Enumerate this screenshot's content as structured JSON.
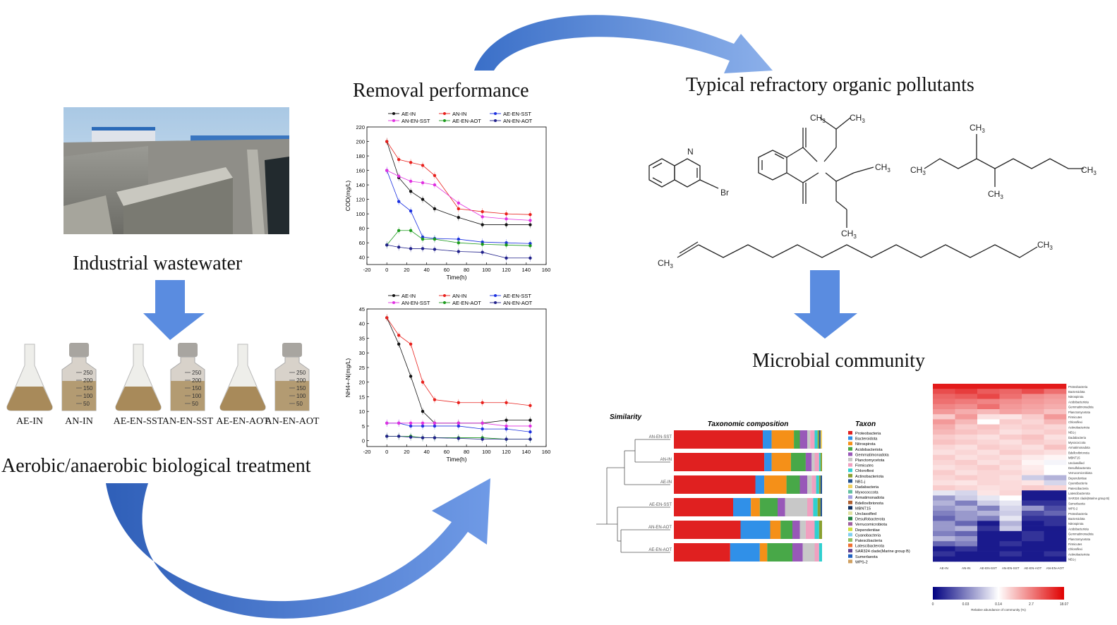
{
  "titles": {
    "removal": "Removal performance",
    "pollutants": "Typical refractory organic pollutants",
    "wastewater": "Industrial wastewater",
    "treatment": "Aerobic/anaerobic  biological treatment",
    "microbial": "Microbial community"
  },
  "flask_labels": [
    "AE-IN",
    "AN-IN",
    "AE-EN-SST",
    "AN-EN-SST",
    "AE-EN-AOT",
    "AN-EN-AOT"
  ],
  "flask_marks": [
    "250",
    "200",
    "150",
    "100",
    "50"
  ],
  "colors": {
    "AE-IN": "#111111",
    "AN-IN": "#e8201c",
    "AE-EN-SST": "#1a2fe0",
    "AN-EN-SST": "#e030e0",
    "AE-EN-AOT": "#1a9a1a",
    "AN-EN-AOT": "#20208a",
    "arrow": "#4a7fd8"
  },
  "chart_data": [
    {
      "type": "line",
      "xlabel": "Time(h)",
      "ylabel": "COD(mg/L)",
      "xlim": [
        -20,
        160
      ],
      "ylim": [
        30,
        220
      ],
      "xticks": [
        "-20",
        "0",
        "20",
        "40",
        "60",
        "80",
        "100",
        "120",
        "140",
        "160"
      ],
      "yticks": [
        "40",
        "60",
        "80",
        "100",
        "120",
        "140",
        "160",
        "180",
        "200",
        "220"
      ],
      "x": [
        0,
        12,
        24,
        36,
        48,
        72,
        96,
        120,
        144
      ],
      "series": [
        {
          "name": "AE-IN",
          "values": [
            200,
            150,
            131,
            120,
            107,
            95,
            85,
            85,
            85
          ]
        },
        {
          "name": "AN-IN",
          "values": [
            200,
            175,
            171,
            167,
            153,
            107,
            103,
            100,
            99
          ]
        },
        {
          "name": "AE-EN-SST",
          "values": [
            160,
            117,
            104,
            68,
            66,
            65,
            61,
            60,
            59
          ]
        },
        {
          "name": "AN-EN-SST",
          "values": [
            160,
            152,
            145,
            143,
            140,
            115,
            96,
            93,
            91
          ]
        },
        {
          "name": "AE-EN-AOT",
          "values": [
            57,
            77,
            77,
            65,
            65,
            60,
            58,
            57,
            56
          ]
        },
        {
          "name": "AN-EN-AOT",
          "values": [
            57,
            54,
            52,
            52,
            51,
            48,
            47,
            39,
            39
          ]
        }
      ]
    },
    {
      "type": "line",
      "xlabel": "Time(h)",
      "ylabel": "NH4+-N(mg/L)",
      "xlim": [
        -20,
        160
      ],
      "ylim": [
        -2,
        45
      ],
      "xticks": [
        "-20",
        "0",
        "20",
        "40",
        "60",
        "80",
        "100",
        "120",
        "140",
        "160"
      ],
      "yticks": [
        "0",
        "5",
        "10",
        "15",
        "20",
        "25",
        "30",
        "35",
        "40",
        "45"
      ],
      "x": [
        0,
        12,
        24,
        36,
        48,
        72,
        96,
        120,
        144
      ],
      "series": [
        {
          "name": "AE-IN",
          "values": [
            42,
            33,
            22,
            10,
            6,
            6,
            6,
            7,
            7
          ]
        },
        {
          "name": "AN-IN",
          "values": [
            42,
            36,
            33,
            20,
            14,
            13,
            13,
            13,
            12
          ]
        },
        {
          "name": "AE-EN-SST",
          "values": [
            6,
            6,
            5,
            5,
            5,
            5,
            4,
            4,
            3
          ]
        },
        {
          "name": "AN-EN-SST",
          "values": [
            6,
            6,
            6,
            6,
            6,
            6,
            6,
            5,
            5
          ]
        },
        {
          "name": "AE-EN-AOT",
          "values": [
            1.5,
            1.5,
            1.5,
            1,
            1,
            1,
            1,
            0.5,
            0.5
          ]
        },
        {
          "name": "AN-EN-AOT",
          "values": [
            1.5,
            1.5,
            1.2,
            1,
            1,
            0.8,
            0.5,
            0.5,
            0.5
          ]
        }
      ]
    },
    {
      "type": "bar",
      "title": "Taxonomic composition",
      "dendro_label": "Similarity",
      "legend_title": "Taxon",
      "categories": [
        "AN-EN-SST",
        "AN-IN",
        "AE-IN",
        "AE-EN-SST",
        "AN-EN-AOT",
        "AE-EN-AOT"
      ],
      "taxa": [
        "Proteobacteria",
        "Bacteroidota",
        "Nitrospirota",
        "Acidobacteriota",
        "Gemmatimonadota",
        "Planctomycetota",
        "Firmicutes",
        "Chloroflexi",
        "Actinobacteriota",
        "NB1-j",
        "Dadabacteria",
        "Myxococcota",
        "Armatimonadota",
        "Bdellovibrionota",
        "MBNT15",
        "Unclassified",
        "Desulfobacterota",
        "Verrucomicrobiota",
        "Dependentiae",
        "Cyanobacteria",
        "Patescibacteria",
        "Latescibacterota",
        "SAR324 clade(Marine group B)",
        "Sumerlaeota",
        "WPS-2"
      ],
      "taxa_colors": [
        "#e02020",
        "#3090e8",
        "#f59018",
        "#48a848",
        "#9858b8",
        "#c8c8c8",
        "#f0a0c0",
        "#30d0d0",
        "#8aa030",
        "#205090",
        "#f0d060",
        "#60c0a0",
        "#a0a0e0",
        "#b06030",
        "#103060",
        "#e0e0a0",
        "#208040",
        "#a060a0",
        "#d0e040",
        "#80d0f0",
        "#90c060",
        "#f07030",
        "#604090",
        "#2060c0",
        "#d0a060"
      ],
      "values": [
        [
          60,
          6,
          15,
          4,
          5,
          2,
          3,
          2,
          1,
          1,
          1
        ],
        [
          61,
          5,
          13,
          10,
          4,
          2,
          3,
          1,
          1
        ],
        [
          55,
          6,
          15,
          9,
          5,
          3,
          3,
          2,
          1,
          1
        ],
        [
          40,
          12,
          6,
          12,
          5,
          15,
          4,
          3,
          2,
          1
        ],
        [
          45,
          20,
          7,
          8,
          5,
          4,
          6,
          3,
          2
        ],
        [
          38,
          20,
          5,
          17,
          7,
          8,
          3,
          2
        ]
      ]
    },
    {
      "type": "heatmap",
      "columns": [
        "AE-IN",
        "AN-IN",
        "AE-EN-SST",
        "AN-EN-SST",
        "AE-EN-AOT",
        "AN-EN-AOT"
      ],
      "colorbar_ticks": [
        "0",
        "0.03",
        "0.14",
        "2.7",
        "18.07"
      ],
      "colorbar_label": "Relative abundance of community (%)",
      "colormap": [
        "#000080",
        "#ffffff",
        "#e00000"
      ],
      "values": [
        [
          0.95,
          0.95,
          0.95,
          0.95,
          0.95,
          0.95
        ],
        [
          0.85,
          0.88,
          0.82,
          0.8,
          0.85,
          0.78
        ],
        [
          0.8,
          0.82,
          0.86,
          0.78,
          0.72,
          0.7
        ],
        [
          0.78,
          0.76,
          0.74,
          0.72,
          0.7,
          0.68
        ],
        [
          0.74,
          0.72,
          0.78,
          0.7,
          0.68,
          0.66
        ],
        [
          0.7,
          0.66,
          0.64,
          0.68,
          0.66,
          0.62
        ],
        [
          0.6,
          0.7,
          0.56,
          0.55,
          0.6,
          0.7
        ],
        [
          0.7,
          0.64,
          0.5,
          0.6,
          0.58,
          0.64
        ],
        [
          0.66,
          0.6,
          0.62,
          0.58,
          0.6,
          0.58
        ],
        [
          0.64,
          0.62,
          0.6,
          0.56,
          0.58,
          0.6
        ],
        [
          0.6,
          0.58,
          0.56,
          0.6,
          0.62,
          0.56
        ],
        [
          0.62,
          0.6,
          0.58,
          0.56,
          0.6,
          0.58
        ],
        [
          0.58,
          0.56,
          0.6,
          0.58,
          0.56,
          0.62
        ],
        [
          0.56,
          0.58,
          0.56,
          0.6,
          0.58,
          0.56
        ],
        [
          0.6,
          0.56,
          0.58,
          0.56,
          0.54,
          0.52
        ],
        [
          0.58,
          0.6,
          0.56,
          0.58,
          0.52,
          0.48
        ],
        [
          0.56,
          0.58,
          0.6,
          0.56,
          0.54,
          0.5
        ],
        [
          0.6,
          0.56,
          0.58,
          0.58,
          0.55,
          0.5
        ],
        [
          0.58,
          0.6,
          0.58,
          0.56,
          0.4,
          0.35
        ],
        [
          0.56,
          0.55,
          0.58,
          0.57,
          0.55,
          0.42
        ],
        [
          0.6,
          0.58,
          0.56,
          0.57,
          0.6,
          0.58
        ],
        [
          0.45,
          0.42,
          0.55,
          0.58,
          0.05,
          0.05
        ],
        [
          0.3,
          0.4,
          0.45,
          0.5,
          0.05,
          0.05
        ],
        [
          0.35,
          0.25,
          0.4,
          0.45,
          0.1,
          0.1
        ],
        [
          0.3,
          0.35,
          0.25,
          0.42,
          0.3,
          0.15
        ],
        [
          0.25,
          0.3,
          0.35,
          0.4,
          0.15,
          0.2
        ],
        [
          0.2,
          0.3,
          0.25,
          0.45,
          0.1,
          0.1
        ],
        [
          0.3,
          0.2,
          0.05,
          0.35,
          0.05,
          0.1
        ],
        [
          0.3,
          0.35,
          0.1,
          0.4,
          0.05,
          0.05
        ],
        [
          0.25,
          0.2,
          0.05,
          0.05,
          0.1,
          0.05
        ],
        [
          0.35,
          0.3,
          0.05,
          0.05,
          0.1,
          0.05
        ],
        [
          0.2,
          0.25,
          0.05,
          0.1,
          0.05,
          0.05
        ],
        [
          0.05,
          0.1,
          0.05,
          0.05,
          0.05,
          0.05
        ],
        [
          0.1,
          0.05,
          0.05,
          0.1,
          0.05,
          0.1
        ],
        [
          0.05,
          0.05,
          0.05,
          0.05,
          0.05,
          0.05
        ]
      ]
    }
  ],
  "molecules": {
    "quinoline": {
      "N": "N",
      "Br": "Br"
    },
    "phthalate": {
      "ch3_a": "CH",
      "ch3_b": "CH",
      "ch3_c": "CH",
      "ch3_d": "CH",
      "sub": "3"
    },
    "alkane": {
      "left": "CH",
      "right": "CH",
      "top": "CH",
      "bottom": "CH",
      "sub": "3"
    },
    "alkene": {
      "left": "CH",
      "right": "CH",
      "sub": "3"
    }
  }
}
